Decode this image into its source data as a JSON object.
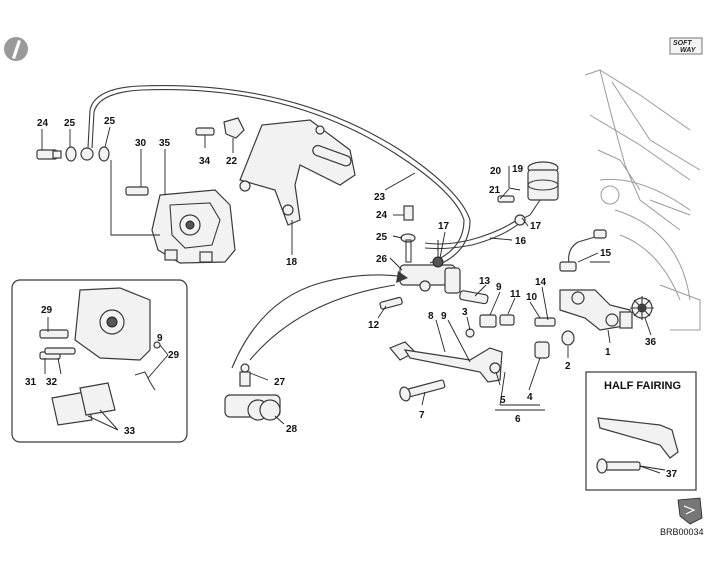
{
  "logo": {
    "line1": "SOFT",
    "line2": "WAY"
  },
  "inset": {
    "title": "HALF FAIRING"
  },
  "drawing_code": "BRB00034",
  "callouts": {
    "c1": "1",
    "c2": "2",
    "c3": "3",
    "c4": "4",
    "c5": "5",
    "c6": "6",
    "c7": "7",
    "c8": "8",
    "c9a": "9",
    "c9b": "9",
    "c9c": "9",
    "c10": "10",
    "c11": "11",
    "c12": "12",
    "c13": "13",
    "c14": "14",
    "c15": "15",
    "c16": "16",
    "c17a": "17",
    "c17b": "17",
    "c18": "18",
    "c19": "19",
    "c20": "20",
    "c21": "21",
    "c22": "22",
    "c23": "23",
    "c24a": "24",
    "c24b": "24",
    "c25a": "25",
    "c25b": "25",
    "c25c": "25",
    "c26": "26",
    "c27": "27",
    "c28": "28",
    "c29a": "29",
    "c29b": "29",
    "c30": "30",
    "c31": "31",
    "c32": "32",
    "c33": "33",
    "c34": "34",
    "c35": "35",
    "c36": "36",
    "c37": "37"
  }
}
